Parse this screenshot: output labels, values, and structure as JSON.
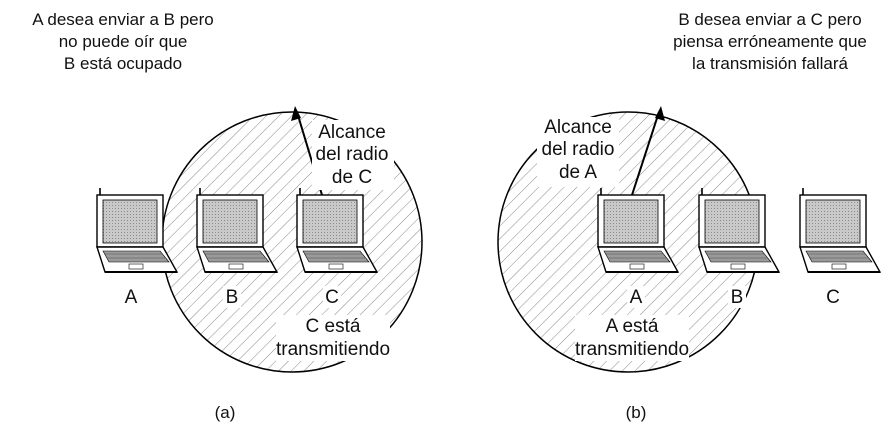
{
  "panel_a": {
    "caption": [
      "A desea enviar a B pero",
      "no puede oír que",
      "B está ocupado"
    ],
    "range_label": [
      "Alcance",
      "del radio",
      "de C"
    ],
    "status": [
      "C está",
      "transmitiendo"
    ],
    "stations": [
      "A",
      "B",
      "C"
    ],
    "sublabel": "(a)"
  },
  "panel_b": {
    "caption": [
      "B desea enviar a C pero",
      "piensa erróneamente que",
      "la transmisión fallará"
    ],
    "range_label": [
      "Alcance",
      "del radio",
      "de A"
    ],
    "status": [
      "A está",
      "transmitiendo"
    ],
    "stations": [
      "A",
      "B",
      "C"
    ],
    "sublabel": "(b)"
  }
}
